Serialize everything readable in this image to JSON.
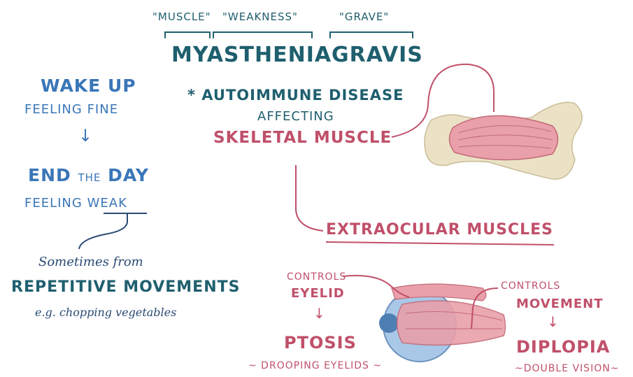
{
  "title": {
    "muscle": "\"MUSCLE\"",
    "weakness": "\"WEAKNESS\"",
    "grave": "\"GRAVE\"",
    "myasthenia": "MYASTHENIA",
    "gravis": "GRAVIS"
  },
  "definition": {
    "autoimmune": "* AUTOIMMUNE DISEASE",
    "affecting": "AFFECTING",
    "skeletal": "SKELETAL MUSCLE",
    "extraocular": "EXTRAOCULAR MUSCLES"
  },
  "timeline": {
    "wake_up": "WAKE UP",
    "feeling_fine": "FEELING FINE",
    "arrow": "↓",
    "end_big1": "END",
    "end_small": "THE",
    "end_big2": "DAY",
    "feeling_weak_a": "FEELING",
    "feeling_weak_b": "WEAK"
  },
  "cause": {
    "sometimes": "Sometimes from",
    "repetitive": "REPETITIVE MOVEMENTS",
    "example": "e.g. chopping vegetables"
  },
  "eye": {
    "eyelid_label_a": "CONTROLS",
    "eyelid_label_b": "EYELID",
    "movement_label_a": "CONTROLS",
    "movement_label_b": "MOVEMENT",
    "arrow": "↓",
    "ptosis": "PTOSIS",
    "ptosis_desc": "~ DROOPING EYELIDS ~",
    "diplopia": "DIPLOPIA",
    "diplopia_desc": "~DOUBLE VISION~"
  },
  "colors": {
    "teal": "#1f5f6e",
    "blue": "#3a76b8",
    "pink": "#c0506a",
    "bone": "#e8dfc4",
    "muscle": "#e9a0aa"
  }
}
